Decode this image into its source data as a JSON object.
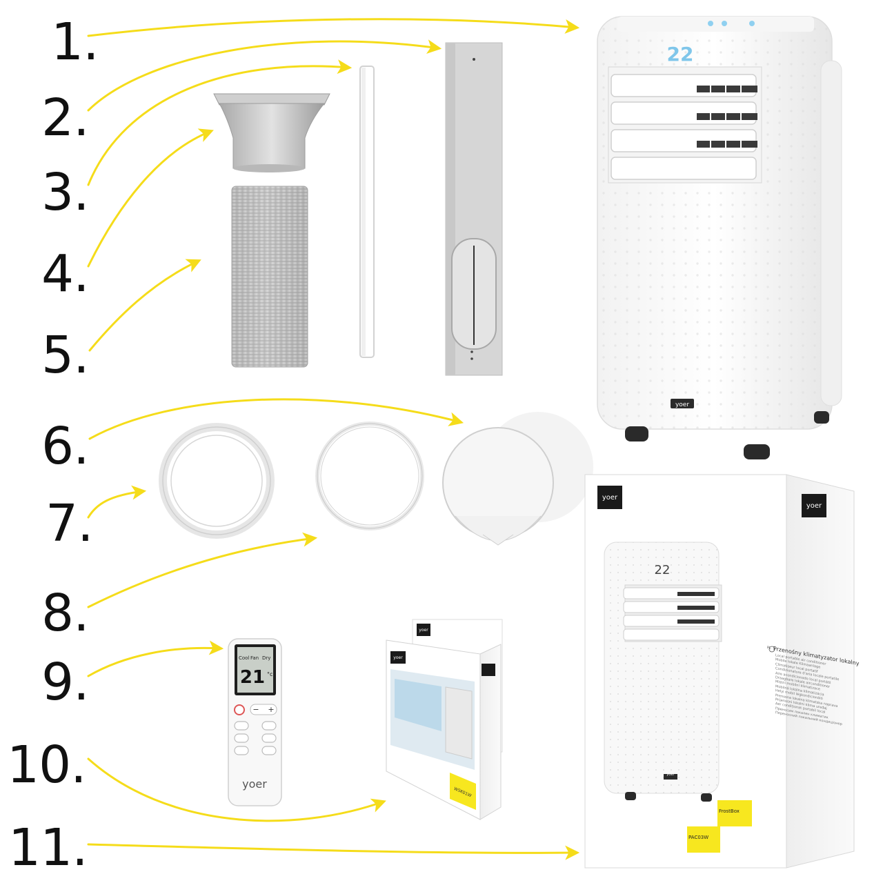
{
  "numbers": [
    "1.",
    "2.",
    "3.",
    "4.",
    "5.",
    "6.",
    "7.",
    "8.",
    "9.",
    "10.",
    "11."
  ],
  "colors": {
    "arrow": "#f5dc1a",
    "number": "#111111",
    "accent_yellow": "#f7e71f",
    "display_blue": "#7fc6ea",
    "dark_label": "#1a1a1a"
  },
  "unit": {
    "display": "22",
    "brand": "yoer"
  },
  "remote": {
    "mode_labels": [
      "Cool",
      "Fan",
      "Dry"
    ],
    "display": "21",
    "unit_symbol": "°c",
    "brand": "yoer",
    "minus": "−",
    "plus": "+"
  },
  "kit_box": {
    "brand": "yoer",
    "model": "WSK01W"
  },
  "box": {
    "brand_left": "yoer",
    "brand_right": "yoer",
    "display": "22",
    "lang_code": "PL",
    "title": "Przenośny klimatyzator lokalny",
    "descriptions": [
      "Local portable air conditioner",
      "Mobile lokale Klimaanlage",
      "Climatiseur local portatif",
      "Condizionatore d'aria locale portatile",
      "Aire acondicionado local portátil",
      "Draagbare lokale airconditioner",
      "Mistní mobilní klimatizace",
      "Mobilná lokálna klimatizácia",
      "Helyi mobil légkondicionáló",
      "Prenosna lokalna klimatska naprava",
      "Prijenosni lokalni klima uređaj",
      "Aer condiționat portabil local",
      "Преносим локален климатик",
      "Переносний локальний кондиціонер"
    ],
    "series": "FrostBox",
    "model": "PAC03W",
    "unit_brand": "yoer"
  }
}
